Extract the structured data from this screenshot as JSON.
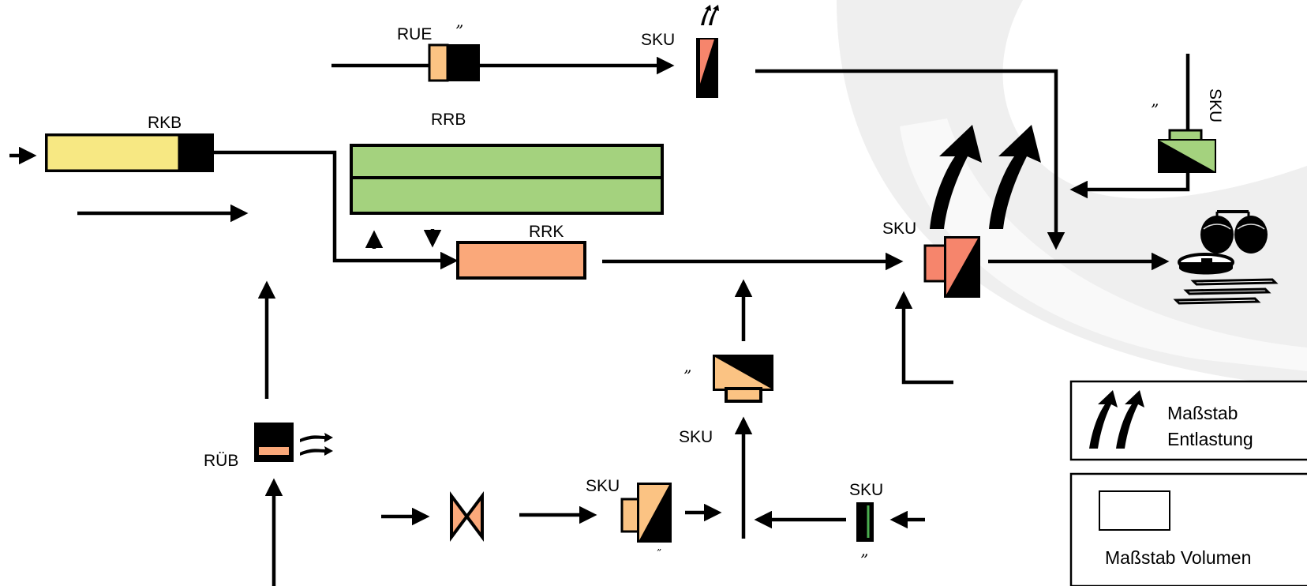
{
  "labels": {
    "rue": "RUE",
    "rkb": "RKB",
    "rrb": "RRB",
    "rrk": "RRK",
    "rub": "RÜB",
    "sku": "SKU",
    "quote_mark": "”"
  },
  "legend": {
    "entlastung_line1": "Maßstab",
    "entlastung_line2": "Entlastung",
    "volumen": "Maßstab Volumen"
  },
  "colors": {
    "yellow": "#F7E883",
    "green": "#A4D27E",
    "salmon": "#FAA87A",
    "orange_light": "#FBC383",
    "red_salmon": "#F6856C",
    "black": "#000000",
    "background_swoosh": "#EFEFEF"
  },
  "icons": {
    "overflow_arrows": "double-curved-arrow-icon",
    "treatment_plant": "wastewater-treatment-plant-icon",
    "throttle": "bowtie-valve-icon"
  }
}
